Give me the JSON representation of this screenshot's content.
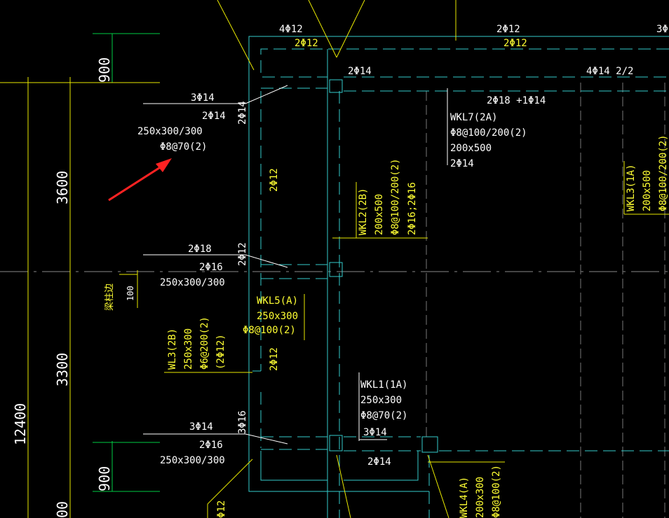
{
  "drawing": {
    "beams": {
      "wkl7": {
        "name": "WKL7(2A)",
        "stirrup": "Φ8@100/200(2)",
        "size": "200x500",
        "bottom": "2Φ14",
        "top": "2Φ18 +1Φ14"
      },
      "wkl2": {
        "name": "WKL2(2B)",
        "size": "200x500",
        "stirrup": "Φ8@100/200(2)",
        "extra": "2Φ16;2Φ16"
      },
      "wkl3": {
        "name": "WKL3(1A)",
        "size": "200x500",
        "stirrup": "Φ8@100/200(2)"
      },
      "wkl5": {
        "name": "WKL5(A)",
        "size": "250x300",
        "stirrup": "Φ8@100(2)"
      },
      "wkl1": {
        "name": "WKL1(1A)",
        "size": "250x300",
        "stirrup": "Φ8@70(2)",
        "rebar": "3Φ14"
      },
      "wkl4": {
        "name": "WKL4(A)",
        "size": "200x300",
        "stirrup": "Φ8@100(2)"
      },
      "wl3": {
        "name": "WL3(2B)",
        "size": "250x300",
        "stirrup": "Φ6@200(2)",
        "extra": "(2Φ12)"
      }
    },
    "top_labels": {
      "a": "4Φ12",
      "b": "2Φ12",
      "c": "2Φ12",
      "d": "2Φ12",
      "e": "2Φ14",
      "f": "4Φ14 2/2",
      "g": "3Φ"
    },
    "cantilever1": {
      "r1": "3Φ14",
      "r2": "2Φ14",
      "size": "250x300/300",
      "stirrup": "Φ8@70(2)"
    },
    "cantilever2": {
      "r1": "2Φ18",
      "r2": "2Φ16",
      "size": "250x300/300"
    },
    "cantilever3": {
      "r1": "3Φ14",
      "r2": "2Φ16",
      "size": "250x300/300"
    },
    "vertical_labels": {
      "v1": "2Φ14",
      "v2": "2Φ12",
      "v3": "2Φ12",
      "v4": "2Φ12",
      "v5": "3Φ16",
      "v6": "Φ12"
    },
    "bottom_rebar": "2Φ14",
    "dims": {
      "d900a": "900",
      "d3600": "3600",
      "d3300": "3300",
      "d900b": "900",
      "d12400": "12400",
      "d100": "100",
      "dcut": "00"
    },
    "note": "梁柱边"
  },
  "annotation": {
    "arrow_color": "#ff2222"
  }
}
